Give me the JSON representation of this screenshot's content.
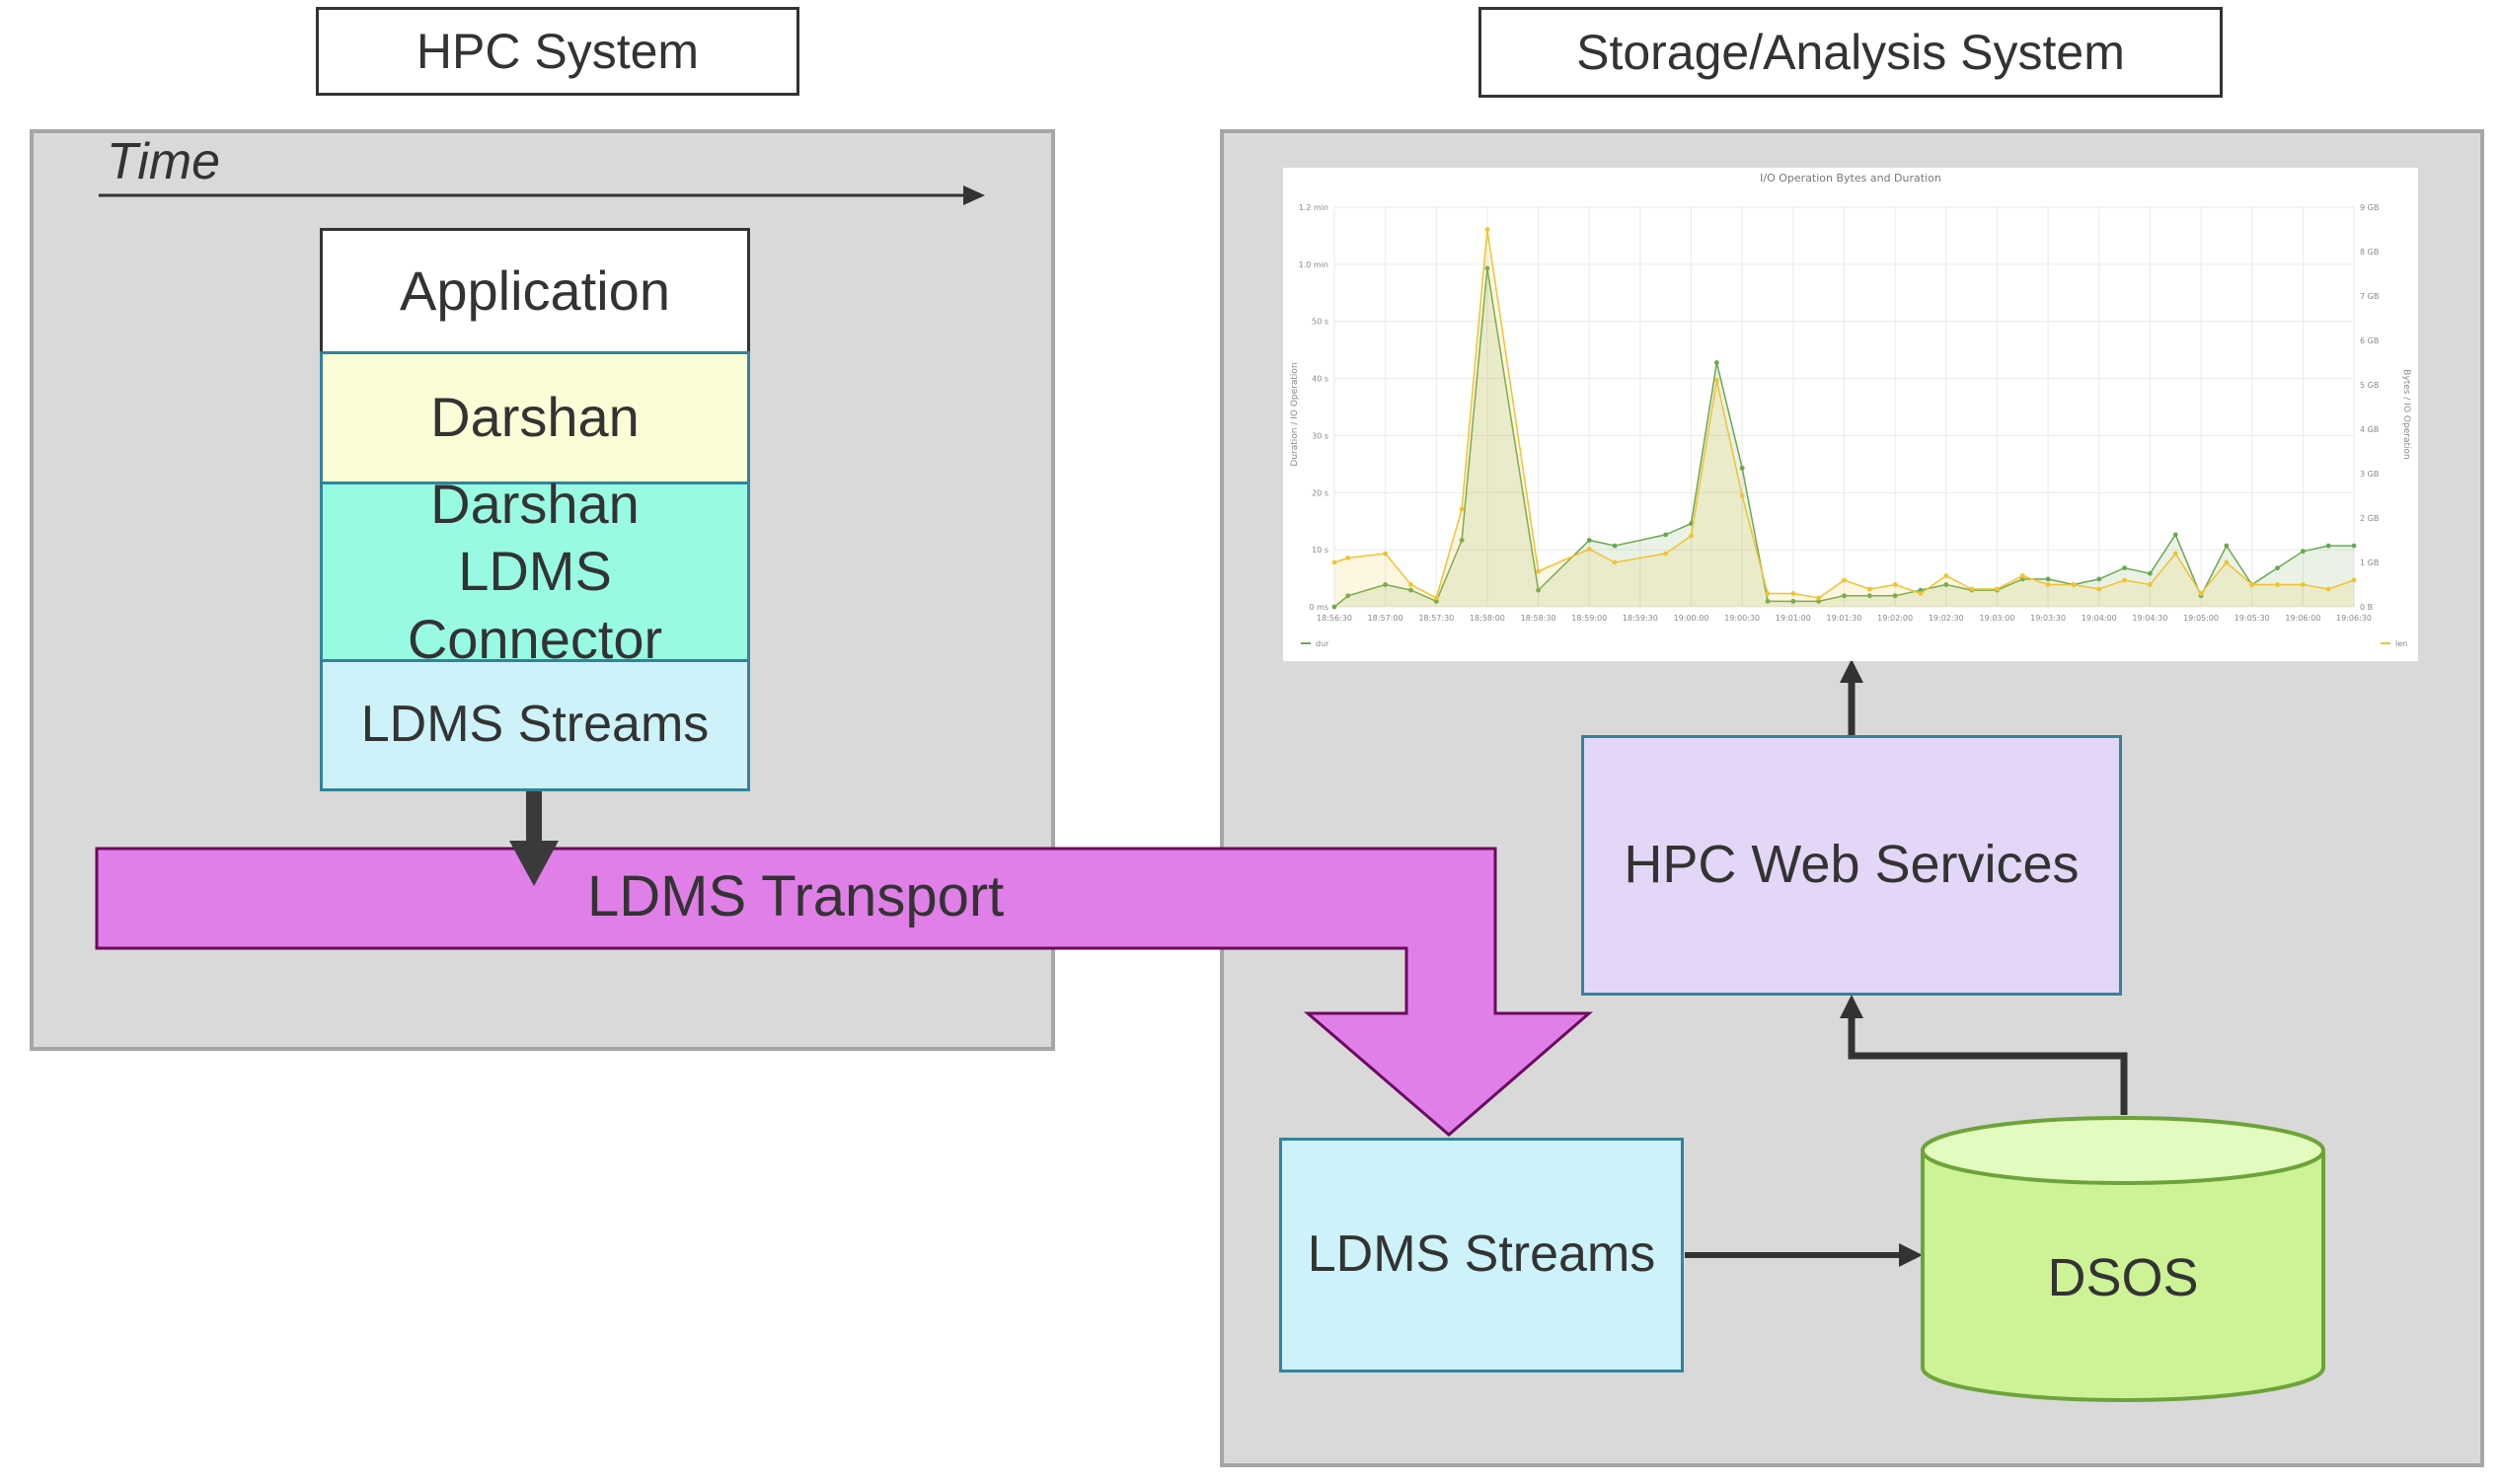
{
  "headers": {
    "hpc_system": "HPC System",
    "storage_system": "Storage/Analysis System"
  },
  "time_label": "Time",
  "stack": {
    "application": "Application",
    "darshan": "Darshan",
    "connector": "Darshan LDMS Connector",
    "streams": "LDMS Streams"
  },
  "transport_label": "LDMS Transport",
  "storage": {
    "web_services": "HPC Web Services",
    "streams": "LDMS Streams",
    "dsos": "DSOS"
  },
  "chart_data": {
    "type": "line",
    "title": "I/O Operation Bytes and Duration",
    "ylabel": "Duration / IO Operation",
    "ylabel_right": "Bytes / IO Operation",
    "x_ticks": [
      "18:56:30",
      "18:57:00",
      "18:57:30",
      "18:58:00",
      "18:58:30",
      "18:59:00",
      "18:59:30",
      "19:00:00",
      "19:00:30",
      "19:01:00",
      "19:01:30",
      "19:02:00",
      "19:02:30",
      "19:03:00",
      "19:03:30",
      "19:04:00",
      "19:04:30",
      "19:05:00",
      "19:05:30",
      "19:06:00",
      "19:06:30"
    ],
    "y_ticks_left": [
      "0 ms",
      "10 s",
      "20 s",
      "30 s",
      "40 s",
      "50 s",
      "1.0 min",
      "1.2 min"
    ],
    "y_ticks_right": [
      "0 B",
      "1 GB",
      "2 GB",
      "3 GB",
      "4 GB",
      "5 GB",
      "6 GB",
      "7 GB",
      "8 GB",
      "9 GB"
    ],
    "ylim_left_seconds": [
      0,
      72
    ],
    "ylim_right_gb": [
      0,
      9
    ],
    "legend_position": "bottom",
    "series": [
      {
        "name": "dur",
        "color": "#6aa84f",
        "x": [
          "18:56:30",
          "18:56:38",
          "18:57:00",
          "18:57:15",
          "18:57:30",
          "18:57:45",
          "18:58:00",
          "18:58:30",
          "18:59:00",
          "18:59:15",
          "18:59:45",
          "19:00:00",
          "19:00:15",
          "19:00:30",
          "19:00:45",
          "19:01:00",
          "19:01:15",
          "19:01:30",
          "19:01:45",
          "19:02:00",
          "19:02:15",
          "19:02:30",
          "19:02:45",
          "19:03:00",
          "19:03:15",
          "19:03:30",
          "19:03:45",
          "19:04:00",
          "19:04:15",
          "19:04:30",
          "19:04:45",
          "19:05:00",
          "19:05:15",
          "19:05:30",
          "19:05:45",
          "19:06:00",
          "19:06:15",
          "19:06:30"
        ],
        "y": [
          0,
          2,
          4,
          3,
          1,
          12,
          61,
          3,
          12,
          11,
          13,
          15,
          44,
          25,
          1,
          1,
          1,
          2,
          2,
          2,
          3,
          4,
          3,
          3,
          5,
          5,
          4,
          5,
          7,
          6,
          13,
          2,
          11,
          4,
          7,
          10,
          11,
          11
        ]
      },
      {
        "name": "len",
        "color": "#f1c232",
        "x": [
          "18:56:30",
          "18:56:38",
          "18:57:00",
          "18:57:15",
          "18:57:30",
          "18:57:45",
          "18:58:00",
          "18:58:30",
          "18:59:00",
          "18:59:15",
          "18:59:45",
          "19:00:00",
          "19:00:15",
          "19:00:30",
          "19:00:45",
          "19:01:00",
          "19:01:15",
          "19:01:30",
          "19:01:45",
          "19:02:00",
          "19:02:15",
          "19:02:30",
          "19:02:45",
          "19:03:00",
          "19:03:15",
          "19:03:30",
          "19:03:45",
          "19:04:00",
          "19:04:15",
          "19:04:30",
          "19:04:45",
          "19:05:00",
          "19:05:15",
          "19:05:30",
          "19:05:45",
          "19:06:00",
          "19:06:15",
          "19:06:30"
        ],
        "y": [
          1.0,
          1.1,
          1.2,
          0.5,
          0.2,
          2.2,
          8.5,
          0.8,
          1.3,
          1.0,
          1.2,
          1.6,
          5.1,
          2.5,
          0.3,
          0.3,
          0.2,
          0.6,
          0.4,
          0.5,
          0.3,
          0.7,
          0.4,
          0.4,
          0.7,
          0.5,
          0.5,
          0.4,
          0.6,
          0.5,
          1.2,
          0.3,
          1.0,
          0.5,
          0.5,
          0.5,
          0.4,
          0.6
        ]
      }
    ]
  },
  "colors": {
    "panel": "#d9d9d9",
    "panel_border": "#a6a6a6",
    "darshan": "#fafdd6",
    "connector": "#99fae3",
    "streams": "#cdf2fa",
    "transport": "#e07fe8",
    "web_services": "#e4d6f6",
    "dsos": "#cdf396",
    "dsos_top": "#e2fbbe"
  }
}
